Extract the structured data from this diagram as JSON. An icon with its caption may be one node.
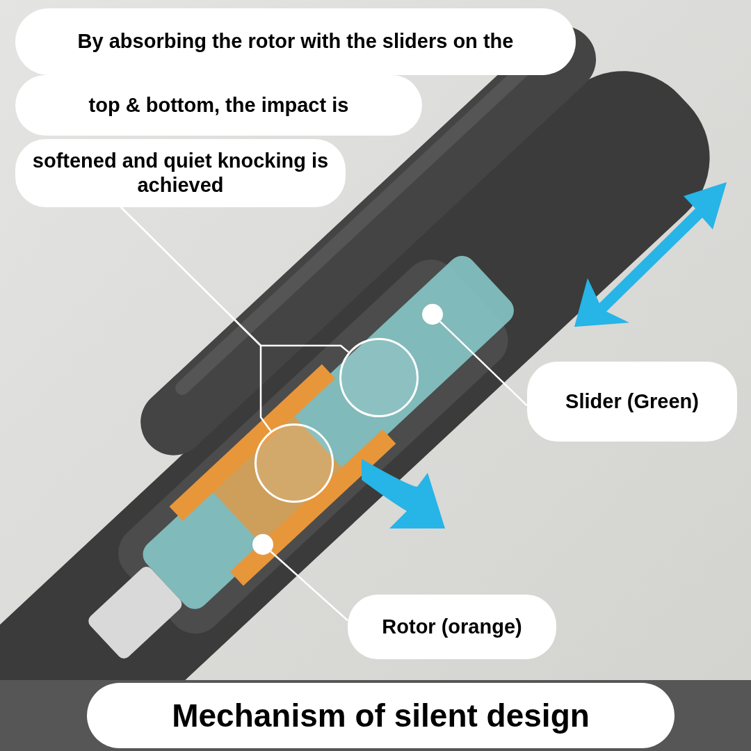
{
  "diagram": {
    "nodes": [
      {
        "text": [
          "By absorbing the rotor with the sliders on the"
        ]
      },
      {
        "text": [
          "top & bottom, the impact is"
        ]
      },
      {
        "text": [
          "softened and quiet knocking is achieved"
        ]
      },
      {
        "text": [],
        "shape": "circle"
      },
      {
        "text": [],
        "shape": "circle"
      },
      {
        "text": [],
        "shape": "circle"
      },
      {
        "text": [
          "Slider (Green)"
        ]
      },
      {
        "text": [],
        "shape": "circle"
      },
      {
        "text": [
          "Rotor (orange)"
        ]
      },
      {
        "text": [
          "Mechanism of silent design"
        ]
      }
    ],
    "edges": [
      {
        "from": 2,
        "to": 3,
        "arrow": "none"
      },
      {
        "from": 2,
        "to": 4,
        "arrow": "none"
      },
      {
        "from": 6,
        "to": 5,
        "arrow": "none"
      },
      {
        "from": 8,
        "to": 7,
        "arrow": "none"
      }
    ]
  }
}
